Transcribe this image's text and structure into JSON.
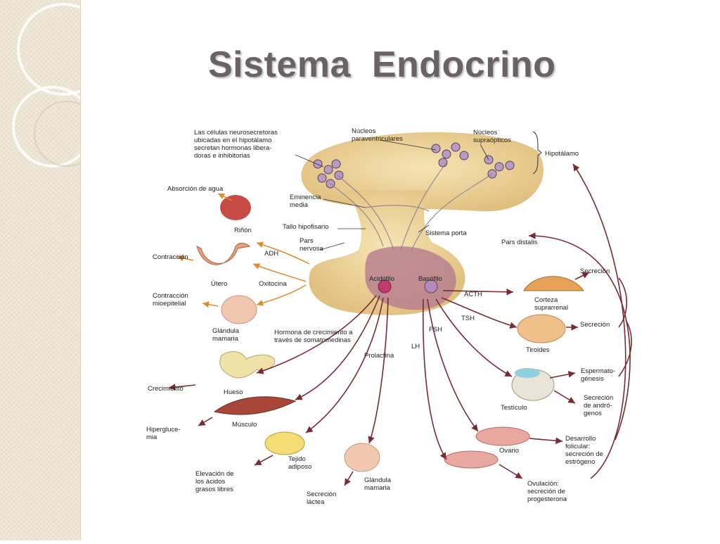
{
  "slide": {
    "title": "Sistema  Endocrino"
  },
  "diagram": {
    "labels": {
      "neuro": [
        "Las células neurosecretoras",
        "ubicadas en el hipotálamo",
        "secretan hormonas libera-",
        "doras e inhibitorias"
      ],
      "nucleos_para": [
        "Núcleos",
        "paraventriculares"
      ],
      "nucleos_supra": [
        "Núcleos",
        "supraópticos"
      ],
      "hipotalamo": "Hipotálamo",
      "absorcion": "Absorción de agua",
      "eminencia": [
        "Eminencia",
        "media"
      ],
      "rinon": "Riñón",
      "tallo": "Tallo hipofisario",
      "sistema_porta": "Sistema porta",
      "pars_distalis": "Pars distalis",
      "pars_nervosa": [
        "Pars",
        "nervosa"
      ],
      "adh": "ADH",
      "contraccion": "Contracción",
      "utero": "Útero",
      "oxitocina": "Oxitocina",
      "acidofilo": "Acidófilo",
      "basofilo": "Basófilo",
      "acth": "ACTH",
      "secrecion1": "Secreción",
      "corteza": [
        "Corteza",
        "suprarrenal"
      ],
      "contraccion_mio": [
        "Contracción",
        "mioepitelial"
      ],
      "glandula1": [
        "Glándula",
        "mamaria"
      ],
      "tsh": "TSH",
      "secrecion2": "Secreción",
      "tiroides": "Tiroides",
      "hormona_crec": [
        "Hormona de crecimiento a",
        "través de somatomedinas"
      ],
      "fsh": "FSH",
      "lh": "LH",
      "prolactina": "Prolactina",
      "esperma": [
        "Espermato-",
        "génesis"
      ],
      "crecimiento": "Crecimiento",
      "hueso": "Hueso",
      "testiculo": "Testículo",
      "sec_androg": [
        "Secreción",
        "de andró-",
        "genos"
      ],
      "hiperglu": [
        "Hipergluce-",
        "mia"
      ],
      "musculo": "Músculo",
      "desarrollo": [
        "Desarrollo",
        "folicular:",
        "secreción de",
        "estrógeno"
      ],
      "ovario": "Ovario",
      "tejido": [
        "Tejido",
        "adiposo"
      ],
      "elevacion": [
        "Elevación de",
        "los ácidos",
        "grasos libres"
      ],
      "glandula2": [
        "Glándula",
        "mamaria"
      ],
      "sec_lactea": [
        "Secreción",
        "láctea"
      ],
      "ovulacion": [
        "Ovulación:",
        "secreción de",
        "progesterona"
      ]
    },
    "colors": {
      "arrow": "#7a2a32",
      "orange_arrow": "#e08a2a",
      "pituitary": "#ecd49a",
      "anterior_lobe": "#b8808e"
    }
  }
}
